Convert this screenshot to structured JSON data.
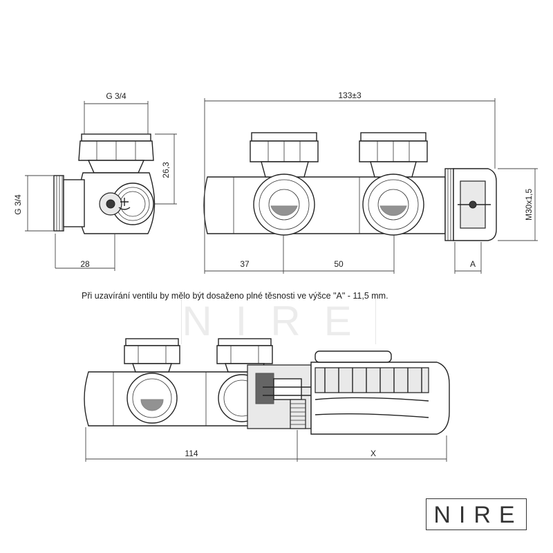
{
  "drawing": {
    "dimensions": {
      "side_top": "G 3/4",
      "side_left": "G 3/4",
      "side_height": "26,3",
      "side_width": "28",
      "front_total": "133±3",
      "front_left": "37",
      "front_mid": "50",
      "front_thread": "M30x1,5",
      "front_a": "A",
      "bottom_left": "114",
      "bottom_right": "X"
    },
    "note": "Při uzavírání ventilu by mělo být dosaženo plné těsnosti ve výšce \"A\" - 11,5 mm."
  },
  "brand": {
    "watermark": "NIRE",
    "logo": "NIRE"
  }
}
